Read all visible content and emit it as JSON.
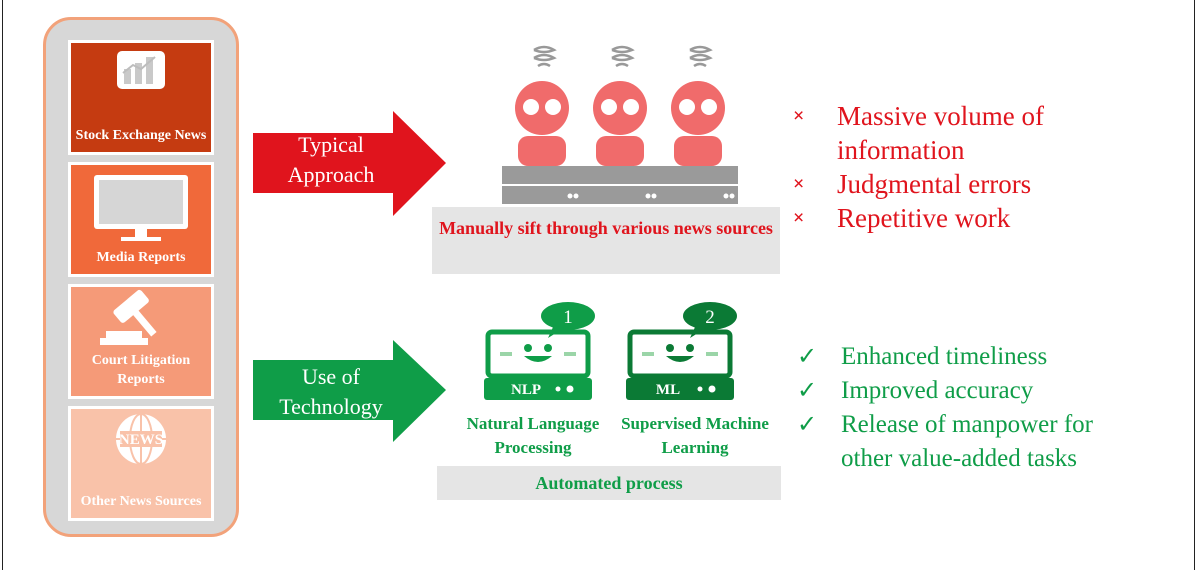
{
  "sources": [
    {
      "label": "Stock Exchange News",
      "icon": "bar-chart-icon",
      "color": "#c53b11"
    },
    {
      "label": "Media Reports",
      "icon": "monitor-icon",
      "color": "#f0693a"
    },
    {
      "label": "Court Litigation Reports",
      "icon": "gavel-icon",
      "color": "#f59a78"
    },
    {
      "label": "Other News Sources",
      "icon": "globe-icon",
      "icon_text": "NEWS",
      "color": "#f9c2a9"
    }
  ],
  "typical": {
    "arrow_label": "Typical Approach",
    "arrow_color": "#e0141d",
    "box_label": "Manually sift through various news sources",
    "issues": [
      "Massive volume of information",
      "Judgmental errors",
      "Repetitive work"
    ],
    "issue_marker": "×"
  },
  "technology": {
    "arrow_label": "Use of Technology",
    "arrow_color": "#0f9d48",
    "tools": [
      {
        "number": "1",
        "badge": "NLP",
        "label": "Natural Language Processing"
      },
      {
        "number": "2",
        "badge": "ML",
        "label": "Supervised Machine Learning"
      }
    ],
    "box_label": "Automated process",
    "benefits": [
      "Enhanced timeliness",
      "Improved accuracy",
      "Release of manpower for other value-added tasks"
    ],
    "benefit_marker": "✓"
  }
}
